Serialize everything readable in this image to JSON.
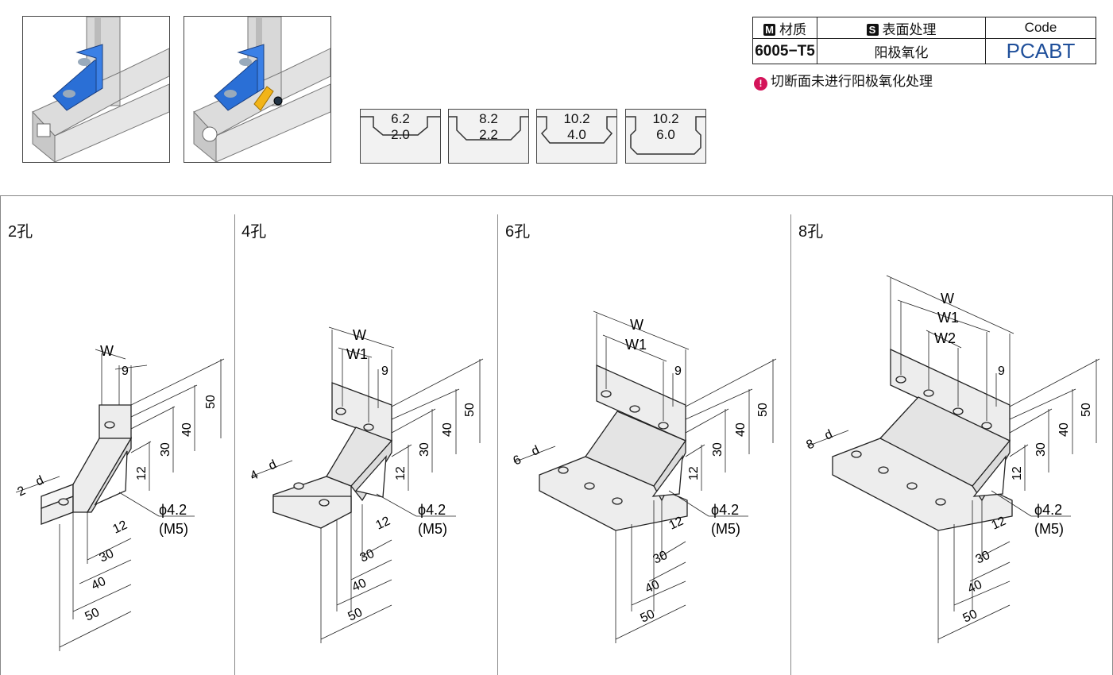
{
  "spec_table": {
    "material_badge": "M",
    "material_header": "材质",
    "surface_badge": "S",
    "surface_header": "表面处理",
    "code_header": "Code",
    "material_value": "6005−T5",
    "surface_value": "阳极氧化",
    "code_value": "PCABT"
  },
  "note": {
    "icon": "!",
    "text": "切断面未进行阳极氧化处理"
  },
  "slots": [
    {
      "top": "6.2",
      "bottom": "2.0"
    },
    {
      "top": "8.2",
      "bottom": "2.2"
    },
    {
      "top": "10.2",
      "bottom": "4.0"
    },
    {
      "top": "10.2",
      "bottom": "6.0"
    }
  ],
  "sections": [
    {
      "title": "2孔",
      "bottom_d": "2",
      "hole_dia": "ϕ4.2",
      "hole_thread": "(M5)",
      "w_labels": [
        "W"
      ]
    },
    {
      "title": "4孔",
      "bottom_d": "4",
      "hole_dia": "ϕ4.2",
      "hole_thread": "(M5)",
      "w_labels": [
        "W",
        "W1"
      ]
    },
    {
      "title": "6孔",
      "bottom_d": "6",
      "hole_dia": "ϕ4.2",
      "hole_thread": "(M5)",
      "w_labels": [
        "W",
        "W1"
      ]
    },
    {
      "title": "8孔",
      "bottom_d": "8",
      "hole_dia": "ϕ4.2",
      "hole_thread": "(M5)",
      "w_labels": [
        "W",
        "W1",
        "W2"
      ]
    }
  ],
  "dims": {
    "d_letter": "d",
    "top_offset": "9",
    "heights": [
      "50",
      "40",
      "30",
      "12"
    ],
    "depths": [
      "12",
      "30",
      "40",
      "50"
    ]
  }
}
